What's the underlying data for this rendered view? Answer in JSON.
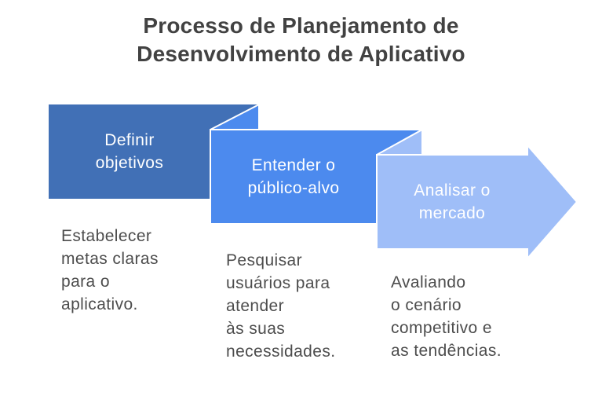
{
  "title": "Processo de Planejamento de\nDesenvolvimento de Aplicativo",
  "steps": [
    {
      "label": "Definir\nobjetivos",
      "description": "Estabelecer\nmetas claras\npara o\naplicativo."
    },
    {
      "label": "Entender o\npúblico-alvo",
      "description": "Pesquisar\nusuários para\natender\nàs suas\nnecessidades."
    },
    {
      "label": "Analisar o\nmercado",
      "description": "Avaliando\no cenário\ncompetitivo e\nas tendências."
    }
  ],
  "colors": {
    "step1_fill": "#4170B6",
    "step2_fill": "#4C8AEE",
    "step3_fill": "#9FBEF8",
    "fold_border": "#FFFFFF",
    "title_text": "#424242",
    "body_text": "#4D4D4D",
    "label_text": "#FFFFFF",
    "background": "#FFFFFF"
  }
}
